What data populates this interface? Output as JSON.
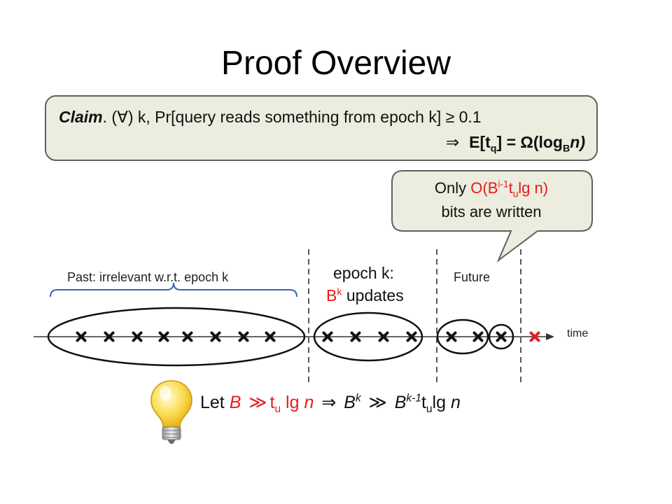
{
  "title": "Proof Overview",
  "claim": {
    "label": "Claim",
    "line1_rest": ". (∀) k, Pr[query reads something from epoch k] ≥ 0.1",
    "implies": "⇒",
    "line2": "E[t",
    "line2_sub": "q",
    "line2_mid": "] = Ω(log",
    "line2_sub2": "B",
    "line2_end": "n)"
  },
  "callout": {
    "line1_prefix": "Only ",
    "line1_red": "O(B",
    "line1_sup": "i-1",
    "line1_red2": "t",
    "line1_sub": "u",
    "line1_red3": "lg n)",
    "line2": "bits are written"
  },
  "timeline": {
    "past_label": "Past: irrelevant w.r.t. epoch k",
    "epoch_line1": "epoch k:",
    "epoch_line2_base": "B",
    "epoch_line2_sup": "k",
    "epoch_line2_rest": " updates",
    "future_label": "Future",
    "time_label": "time"
  },
  "bottom": {
    "let": "Let ",
    "B": "B",
    "gg": "≫",
    "t": "t",
    "t_sub": "u",
    "lgn": " lg n",
    "implies": "⇒",
    "Bk": "B",
    "Bk_sup": "k",
    "gg2": "≫",
    "Bk1": "B",
    "Bk1_sup": "k-1",
    "t2": "t",
    "t2_sub": "u",
    "lgn2": "lg n"
  },
  "colors": {
    "accent": "#e81c1c",
    "box_fill": "#ececdf",
    "box_border": "#606060"
  }
}
